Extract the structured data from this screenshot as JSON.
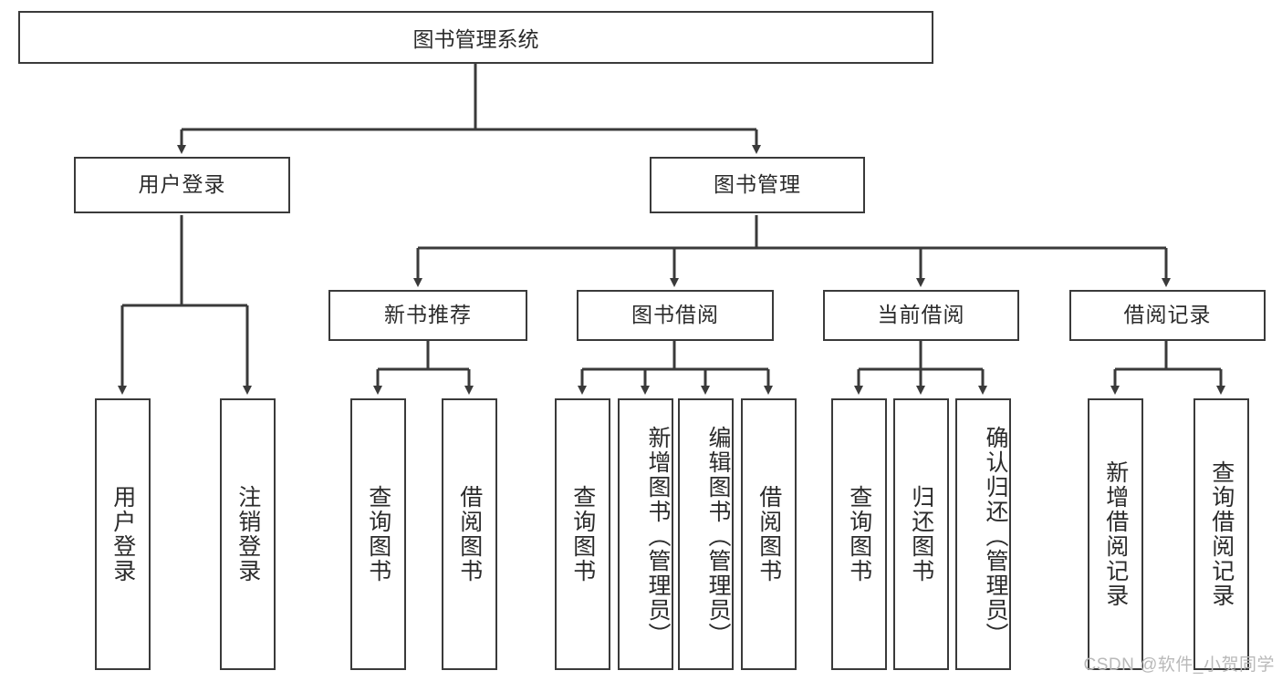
{
  "diagram": {
    "type": "hierarchy-tree",
    "title": "图书管理系统",
    "root": {
      "label": "图书管理系统"
    },
    "level2": [
      {
        "label": "用户登录"
      },
      {
        "label": "图书管理"
      }
    ],
    "level3": [
      {
        "label": "新书推荐"
      },
      {
        "label": "图书借阅"
      },
      {
        "label": "当前借阅"
      },
      {
        "label": "借阅记录"
      }
    ],
    "leaves": {
      "user_login": [
        {
          "label": "用户登录"
        },
        {
          "label": "注销登录"
        }
      ],
      "new_book_recommend": [
        {
          "label": "查询图书"
        },
        {
          "label": "借阅图书"
        }
      ],
      "book_borrow": [
        {
          "label": "查询图书"
        },
        {
          "label": "新增图书（管理员）"
        },
        {
          "label": "编辑图书（管理员）"
        },
        {
          "label": "借阅图书"
        }
      ],
      "current_borrow": [
        {
          "label": "查询图书"
        },
        {
          "label": "归还图书"
        },
        {
          "label": "确认归还（管理员）"
        }
      ],
      "borrow_record": [
        {
          "label": "新增借阅记录"
        },
        {
          "label": "查询借阅记录"
        }
      ]
    }
  },
  "watermark": {
    "text": "CSDN @软件_小贺同学"
  },
  "colors": {
    "stroke": "#3a3a3a",
    "text": "#2b2b2b",
    "background": "#ffffff",
    "watermark": "#b9b9b9"
  }
}
